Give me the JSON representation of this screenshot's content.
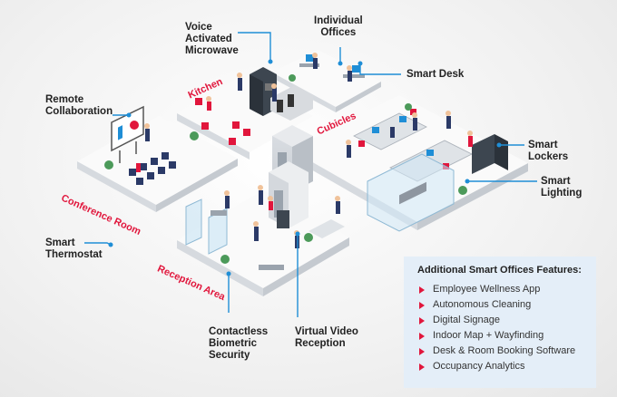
{
  "callouts": {
    "voice_microwave": "Voice\nActivated\nMicrowave",
    "individual_offices": "Individual\nOffices",
    "smart_desk": "Smart Desk",
    "remote_collaboration": "Remote\nCollaboration",
    "smart_lockers": "Smart\nLockers",
    "smart_lighting": "Smart\nLighting",
    "smart_thermostat": "Smart\nThermostat",
    "contactless_security": "Contactless\nBiometric\nSecurity",
    "virtual_video_reception": "Virtual Video\nReception"
  },
  "rooms": {
    "kitchen": "Kitchen",
    "cubicles": "Cubicles",
    "conference_room": "Conference Room",
    "reception_area": "Reception Area"
  },
  "features": {
    "title": "Additional Smart Offices Features:",
    "items": [
      "Employee Wellness App",
      "Autonomous Cleaning",
      "Digital Signage",
      "Indoor Map + Wayfinding",
      "Desk & Room Booking Software",
      "Occupancy Analytics"
    ]
  },
  "colors": {
    "accent_red": "#e1163c",
    "connector_blue": "#1f8ed6",
    "panel_bg": "#e4eef8"
  }
}
